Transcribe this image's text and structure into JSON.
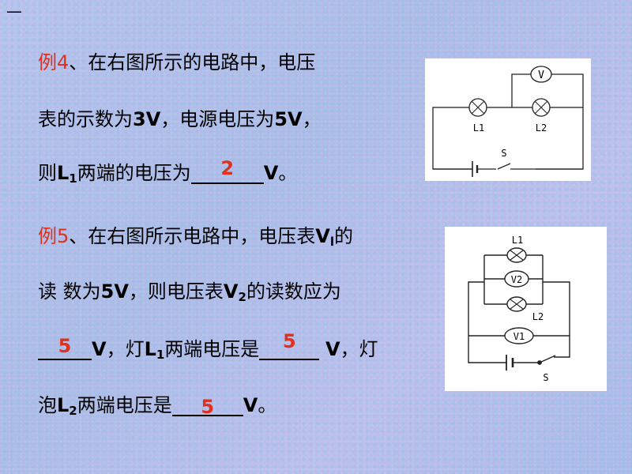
{
  "corner_mark": "—",
  "ex4": {
    "label": "例4",
    "line1_text": "、在右图所示的电路中，电压",
    "line2_a": "表的示数为",
    "line2_b": "3V",
    "line2_c": "，电源电压为",
    "line2_d": "5V",
    "line2_e": "，",
    "line3_a": "则",
    "line3_L": "L",
    "line3_sub": "1",
    "line3_b": "两端的电压为",
    "line3_answer": "2",
    "line3_unit": "V",
    "line3_end": "。",
    "circuit": {
      "meter": "V",
      "lamp1": "L1",
      "lamp2": "L2",
      "switch": "S"
    }
  },
  "ex5": {
    "label": "例5",
    "line1_text": "、在右图所示电路中，电压表",
    "line1_V": "V",
    "line1_sub": "l",
    "line1_end": "的",
    "line2_a": "读 数为",
    "line2_b": "5V",
    "line2_c": "，则电压表",
    "line2_V": "V",
    "line2_sub": "2",
    "line2_d": "的读数应为",
    "line3_answer1": "5",
    "line3_unit1": "V",
    "line3_a": "，灯",
    "line3_L": "L",
    "line3_sub": "1",
    "line3_b": "两端电压是",
    "line3_answer2": "5",
    "line3_unit2": "V",
    "line3_c": "，灯",
    "line4_a": "泡",
    "line4_L": "L",
    "line4_sub": "2",
    "line4_b": "两端电压是",
    "line4_answer": "5",
    "line4_unit": "V",
    "line4_end": "。",
    "circuit": {
      "lamp1": "L1",
      "meter2": "V2",
      "lamp2": "L2",
      "meter1": "V1",
      "switch": "S"
    }
  }
}
